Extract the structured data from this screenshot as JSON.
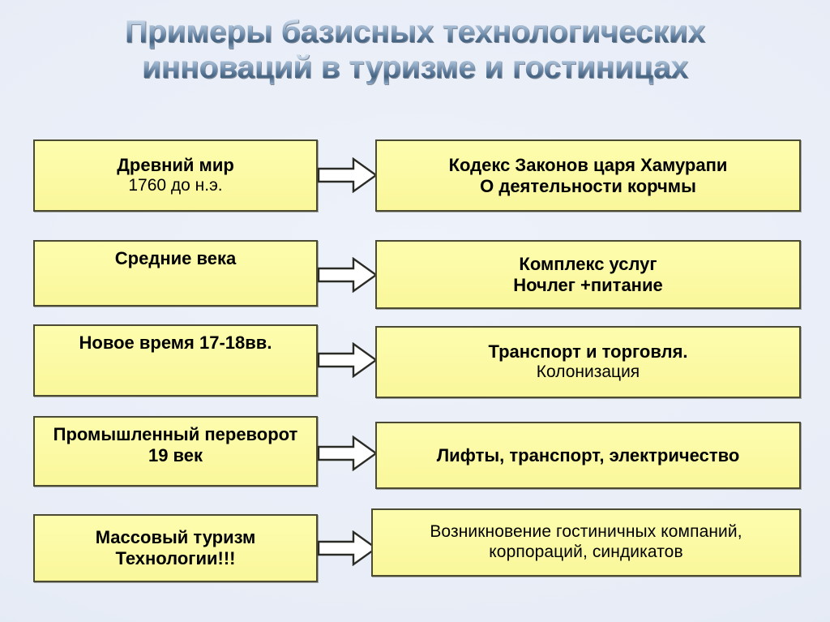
{
  "slide": {
    "title_line1": "Примеры базисных технологических",
    "title_line2": "инноваций в туризме и гостиницах",
    "background_color": "#e7ecf6",
    "box_fill_color": "#fcfba2",
    "box_border_color": "#4b4a33",
    "title_color": "#5d7c9d"
  },
  "rows": [
    {
      "left": {
        "line1": "Древний мир",
        "line2": "1760 до н.э."
      },
      "arrow": "right-arrow-icon",
      "right": {
        "line1": "Кодекс Законов  царя Хамурапи",
        "line2": "О деятельности корчмы"
      }
    },
    {
      "left": {
        "line1": "Средние века",
        "line2": ""
      },
      "arrow": "right-arrow-icon",
      "right": {
        "line1": "Комплекс услуг",
        "line2": "Ночлег +питание"
      }
    },
    {
      "left": {
        "line1": "Новое время 17-18вв.",
        "line2": ""
      },
      "arrow": "right-arrow-icon",
      "right": {
        "line1": "Транспорт и торговля.",
        "line2": "Колонизация"
      }
    },
    {
      "left": {
        "line1": "Промышленный переворот",
        "line2": "19 век"
      },
      "arrow": "right-arrow-icon",
      "right": {
        "line1": "Лифты, транспорт, электричество",
        "line2": ""
      }
    },
    {
      "left": {
        "line1": "Массовый туризм",
        "line2": "Технологии!!!"
      },
      "arrow": "right-arrow-icon",
      "right": {
        "line1": "Возникновение гостиничных компаний,",
        "line2": "корпораций, синдикатов"
      }
    }
  ]
}
